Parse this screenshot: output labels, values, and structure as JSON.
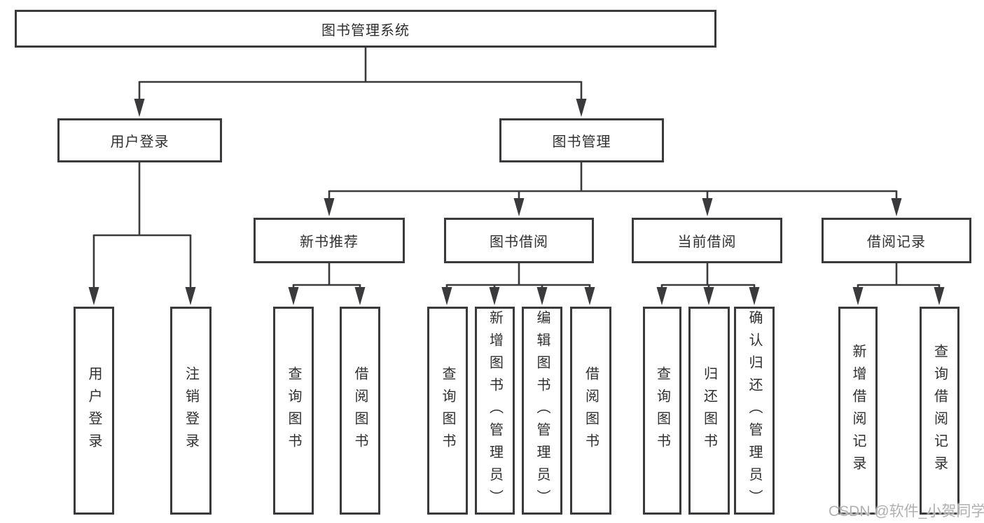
{
  "diagram": {
    "title": "图书管理系统",
    "nodes": {
      "root": "图书管理系统",
      "level1": [
        "用户登录",
        "图书管理"
      ],
      "level2": [
        "新书推荐",
        "图书借阅",
        "当前借阅",
        "借阅记录"
      ],
      "leaves_login": [
        "用户登录",
        "注销登录"
      ],
      "leaves_recommend": [
        "查询图书",
        "借阅图书"
      ],
      "leaves_borrow": [
        "查询图书",
        "新增图书（管理员）",
        "编辑图书（管理员）",
        "借阅图书"
      ],
      "leaves_current": [
        "查询图书",
        "归还图书",
        "确认归还（管理员）"
      ],
      "leaves_records": [
        "新增借阅记录",
        "查询借阅记录"
      ]
    },
    "watermark": "CSDN @软件_小贺同学",
    "colors": {
      "line": "#3a3a3c",
      "box_border": "#3a3a3c",
      "text": "#2f2f2f",
      "watermark": "#b0b0b0",
      "background": "#ffffff"
    }
  }
}
